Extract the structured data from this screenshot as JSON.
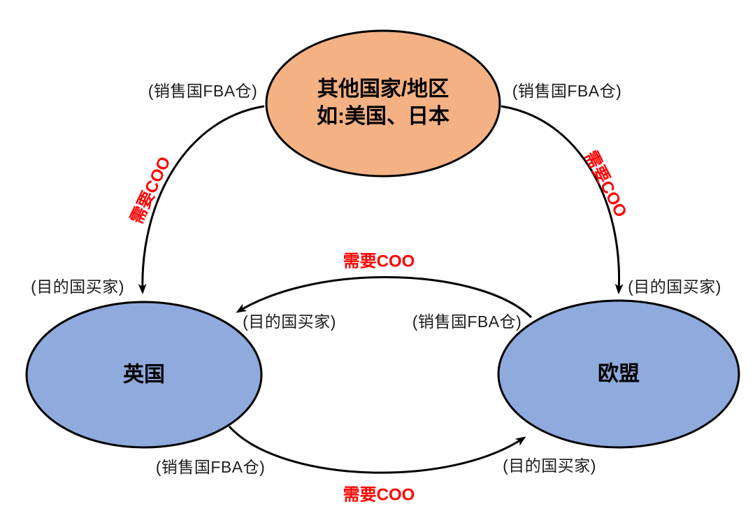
{
  "background": "#FFFFFF",
  "colors": {
    "top_node_fill": "#F4B183",
    "bottom_node_fill": "#8FAADC",
    "outline": "#000000",
    "requirement_red": "#FF0000",
    "label_text": "#1C1C1C"
  },
  "nodes": {
    "other_countries": {
      "line1": "其他国家/地区",
      "line2": "如:美国、日本",
      "fill": "#F4B183"
    },
    "uk": {
      "label": "英国",
      "fill": "#8FAADC"
    },
    "eu": {
      "label": "欧盟",
      "fill": "#8FAADC"
    }
  },
  "edges": {
    "other_to_uk": {
      "from_label": "(销售国FBA仓)",
      "requirement": "需要COO",
      "to_label": "(目的国买家)"
    },
    "other_to_eu": {
      "from_label": "(销售国FBA仓)",
      "requirement": "需要COO",
      "to_label": "(目的国买家)"
    },
    "eu_to_uk": {
      "from_label": "(销售国FBA仓)",
      "requirement": "需要COO",
      "to_label": "(目的国买家)"
    },
    "uk_to_eu": {
      "from_label": "(销售国FBA仓)",
      "requirement": "需要COO",
      "to_label": "(目的国买家)"
    }
  }
}
